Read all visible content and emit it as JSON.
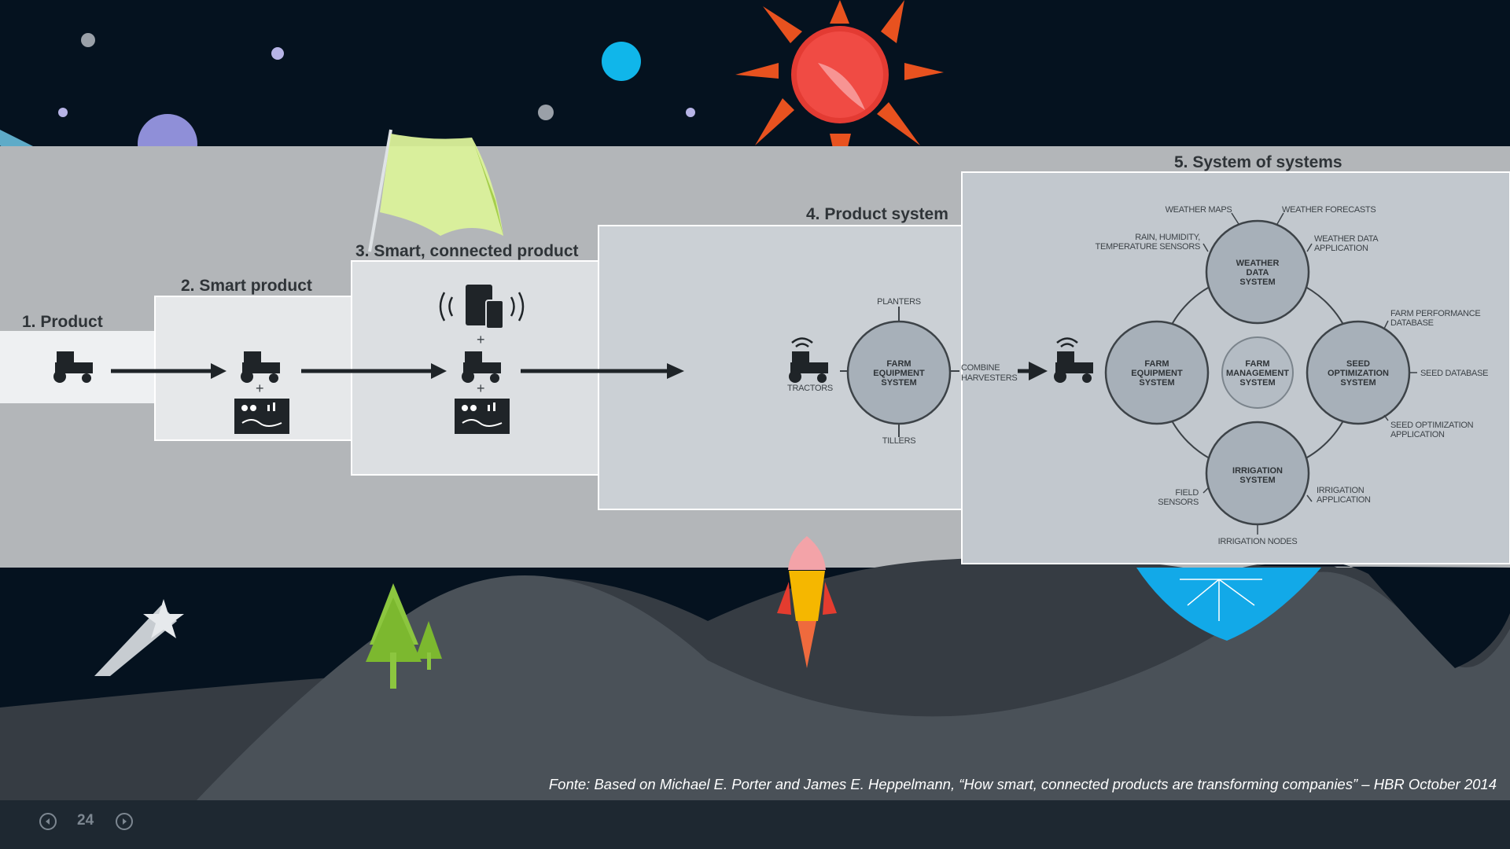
{
  "slide": {
    "stages": [
      {
        "label": "1. Product"
      },
      {
        "label": "2. Smart product"
      },
      {
        "label": "3. Smart, connected product"
      },
      {
        "label": "4. Product system"
      },
      {
        "label": "5. System of systems"
      }
    ],
    "product_system": {
      "center": [
        "FARM",
        "EQUIPMENT",
        "SYSTEM"
      ],
      "planters": "PLANTERS",
      "combine": [
        "COMBINE",
        "HARVESTERS"
      ],
      "tillers": "TILLERS",
      "tractors": "TRACTORS"
    },
    "system_of_systems": {
      "weather": [
        "WEATHER",
        "DATA",
        "SYSTEM"
      ],
      "farm_equipment": [
        "FARM",
        "EQUIPMENT",
        "SYSTEM"
      ],
      "farm_management": [
        "FARM",
        "MANAGEMENT",
        "SYSTEM"
      ],
      "seed": [
        "SEED",
        "OPTIMIZATION",
        "SYSTEM"
      ],
      "irrigation": [
        "IRRIGATION",
        "SYSTEM"
      ],
      "weather_maps": "WEATHER MAPS",
      "weather_forecasts": "WEATHER FORECASTS",
      "rain_sensors": [
        "RAIN, HUMIDITY,",
        "TEMPERATURE SENSORS"
      ],
      "weather_app": [
        "WEATHER DATA",
        "APPLICATION"
      ],
      "farm_perf_db": [
        "FARM PERFORMANCE",
        "DATABASE"
      ],
      "seed_db": "SEED DATABASE",
      "seed_app": [
        "SEED OPTIMIZATION",
        "APPLICATION"
      ],
      "irrigation_app": [
        "IRRIGATION",
        "APPLICATION"
      ],
      "irrigation_nodes": "IRRIGATION NODES",
      "field_sensors": [
        "FIELD",
        "SENSORS"
      ]
    }
  },
  "source_note": "Fonte: Based on Michael E. Porter and James E. Heppelmann, “How smart, connected products are transforming companies” – HBR October 2014",
  "nav": {
    "page_number": "24",
    "prev_icon": "arrow-left-icon",
    "next_icon": "arrow-right-icon"
  }
}
